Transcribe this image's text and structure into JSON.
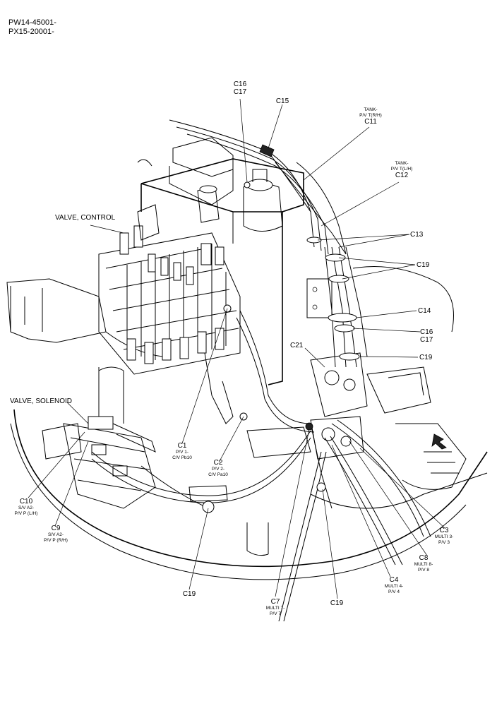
{
  "header": {
    "line1": "PW14-45001-",
    "line2": "PX15-20001-"
  },
  "titles": {
    "valve_control": "VALVE, CONTROL",
    "valve_solenoid": "VALVE, SOLENOID"
  },
  "callouts": {
    "c16_top": "C16",
    "c17_top": "C17",
    "c15": "C15",
    "c11_code": "C11",
    "c11_desc1": "TANK-",
    "c11_desc2": "P/V T(R/H)",
    "c12_code": "C12",
    "c12_desc1": "TANK-",
    "c12_desc2": "P/V T(L/H)",
    "c13": "C13",
    "c19_a": "C19",
    "c14": "C14",
    "c16_mid": "C16",
    "c17_mid": "C17",
    "c19_b": "C19",
    "c21": "C21",
    "c1_code": "C1",
    "c1_desc1": "P/V 1-",
    "c1_desc2": "C/V Pb10",
    "c2_code": "C2",
    "c2_desc1": "P/V 2-",
    "c2_desc2": "C/V Pa10",
    "c10_code": "C10",
    "c10_desc1": "S/V A2-",
    "c10_desc2": "P/V P (L/H)",
    "c9_code": "C9",
    "c9_desc1": "S/V A2-",
    "c9_desc2": "P/V P (R/H)",
    "c3_code": "C3",
    "c3_desc1": "MULTI 3-",
    "c3_desc2": "P/V 3",
    "c8_code": "C8",
    "c8_desc1": "MULTI 8-",
    "c8_desc2": "P/V 8",
    "c4_code": "C4",
    "c4_desc1": "MULTI 4-",
    "c4_desc2": "P/V 4",
    "c7_code": "C7",
    "c7_desc1": "MULTI 7-",
    "c7_desc2": "P/V 7",
    "c19_bottom_left": "C19",
    "c19_bottom_right": "C19"
  }
}
